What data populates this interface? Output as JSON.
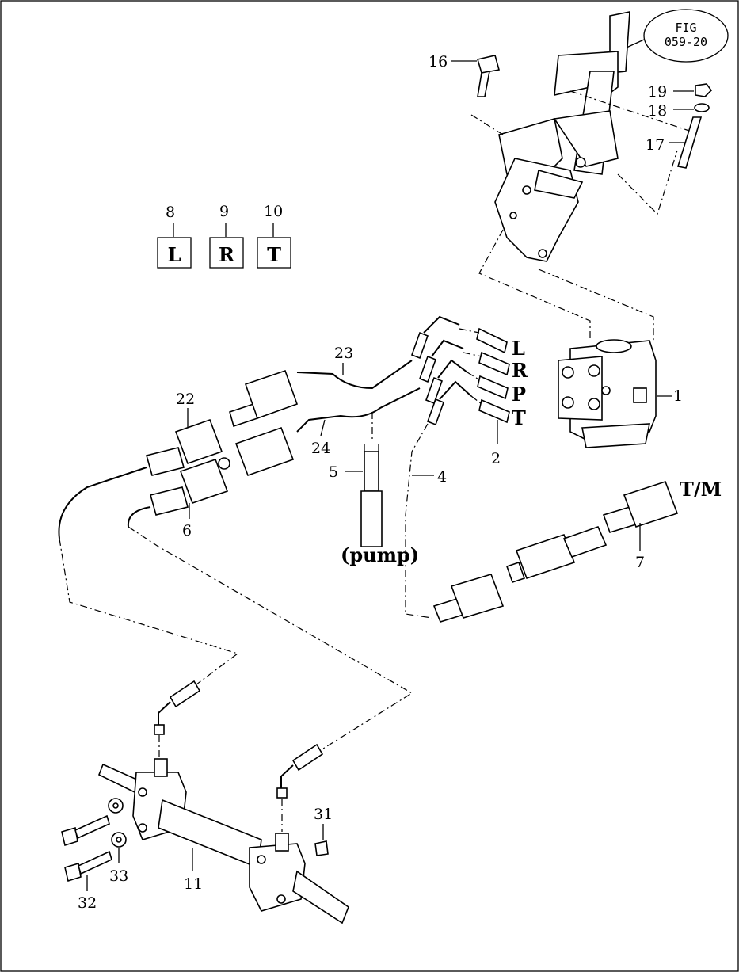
{
  "figure_ref": {
    "line1": "FIG",
    "line2": "059-20"
  },
  "callouts": {
    "c1": "1",
    "c2": "2",
    "c4": "4",
    "c5": "5",
    "c6": "6",
    "c7": "7",
    "c8": "8",
    "c9": "9",
    "c10": "10",
    "c11": "11",
    "c16": "16",
    "c17": "17",
    "c18": "18",
    "c19": "19",
    "c22": "22",
    "c23": "23",
    "c24": "24",
    "c31": "31",
    "c32": "32",
    "c33": "33"
  },
  "marking_boxes": [
    "L",
    "R",
    "T"
  ],
  "port_labels": [
    "L",
    "R",
    "P",
    "T"
  ],
  "annotations": {
    "pump": "(pump)",
    "tm": "T/M"
  }
}
